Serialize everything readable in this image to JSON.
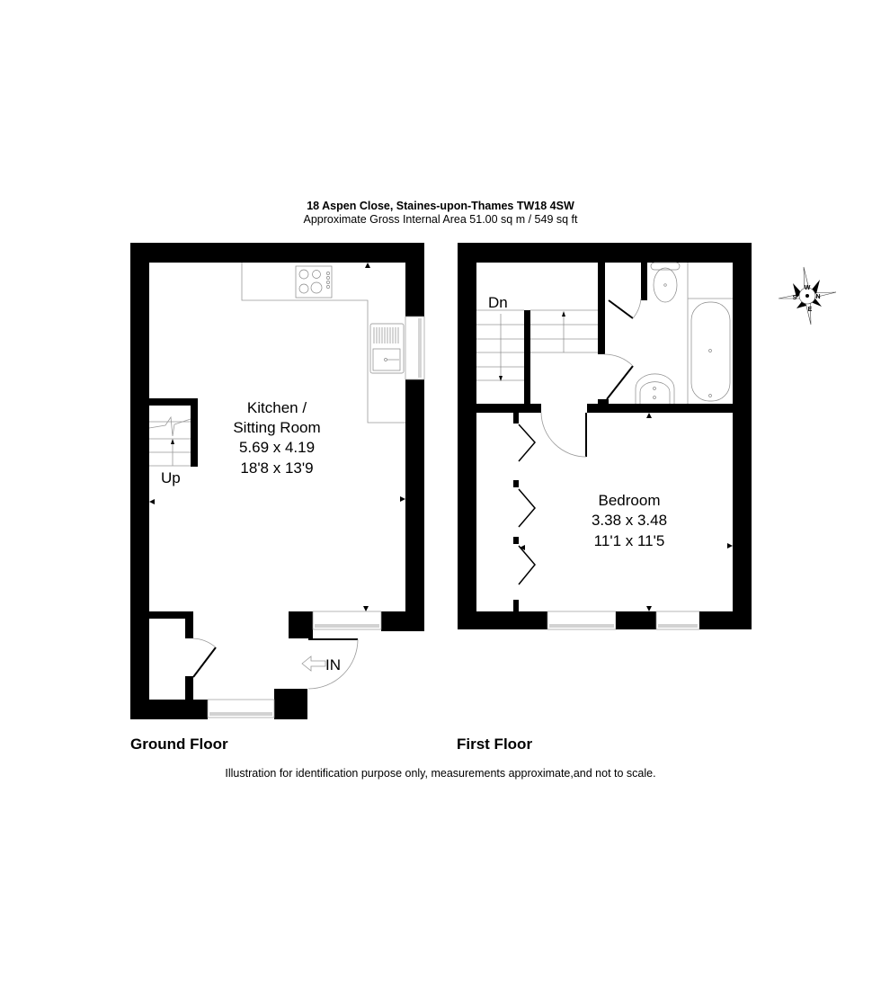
{
  "header": {
    "title": "18 Aspen Close, Staines-upon-Thames TW18 4SW",
    "area": "Approximate Gross Internal Area  51.00 sq m / 549 sq ft"
  },
  "floors": [
    {
      "name": "Ground Floor",
      "rooms": [
        {
          "name_line1": "Kitchen /",
          "name_line2": "Sitting Room",
          "metric": "5.69 x 4.19",
          "imperial": "18'8 x 13'9"
        }
      ],
      "stair_label": "Up",
      "entrance_label": "IN"
    },
    {
      "name": "First Floor",
      "rooms": [
        {
          "name": "Bedroom",
          "metric": "3.38 x 3.48",
          "imperial": "11'1 x 11'5"
        }
      ],
      "stair_label": "Dn"
    }
  ],
  "compass": {
    "labels": [
      "W",
      "N",
      "E",
      "S"
    ]
  },
  "footer": {
    "disclaimer": "Illustration for identification purpose only, measurements approximate,and not to scale."
  },
  "colors": {
    "wall": "#000000",
    "fixture_line": "#999999",
    "background": "#ffffff"
  }
}
